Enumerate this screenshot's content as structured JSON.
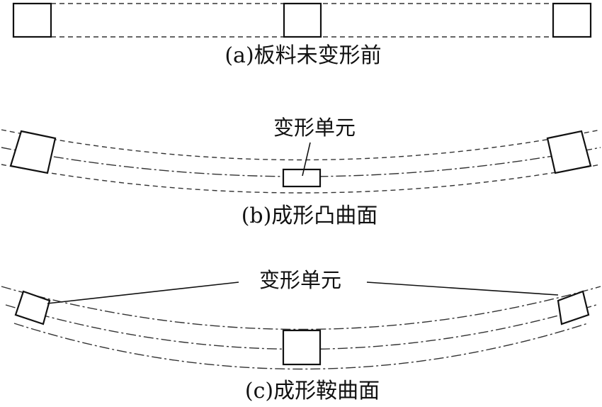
{
  "captions": {
    "a": "(a)板料未变形前",
    "b": "(b)成形凸曲面",
    "c": "(c)成形鞍曲面"
  },
  "labels": {
    "unit_b": "变形单元",
    "unit_c": "变形单元"
  },
  "colors": {
    "line": "#111111",
    "background": "#ffffff"
  }
}
